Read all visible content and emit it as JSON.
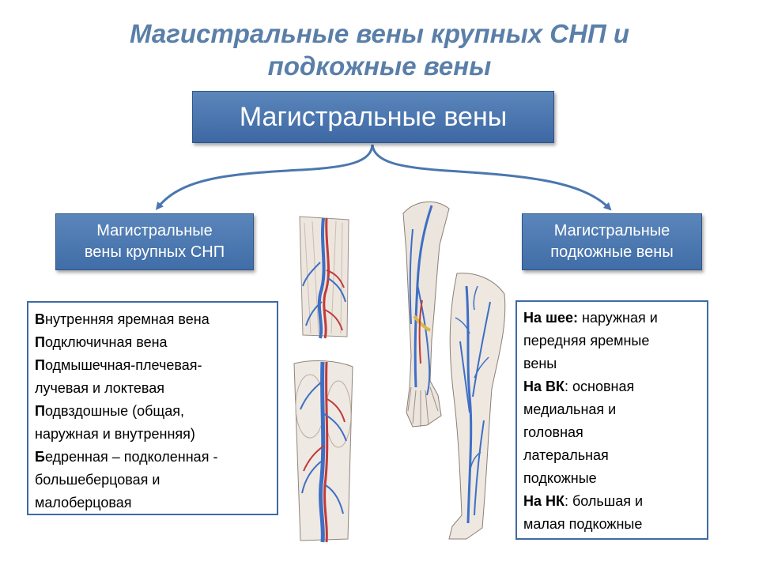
{
  "slide": {
    "title_line1": "Магистральные вены крупных СНП и",
    "title_line2": "подкожные вены"
  },
  "main_box": {
    "label": "Магистральные вены"
  },
  "left_category": {
    "line1": "Магистральные",
    "line2": "вены крупных СНП"
  },
  "right_category": {
    "line1": "Магистральные",
    "line2": "подкожные вены"
  },
  "left_list": {
    "items": [
      {
        "first": "В",
        "rest": "нутренняя яремная вена"
      },
      {
        "first": "П",
        "rest": "одключичная вена"
      },
      {
        "first": "П",
        "rest": "одмышечная-плечевая-"
      },
      {
        "first": "",
        "rest": "лучевая и локтевая"
      },
      {
        "first": "П",
        "rest": "одвздошные (общая,"
      },
      {
        "first": "",
        "rest": "наружная и внутренняя)"
      },
      {
        "first": "Б",
        "rest": "едренная – подколенная -"
      },
      {
        "first": "",
        "rest": "большеберцовая и"
      },
      {
        "first": "",
        "rest": "малоберцовая"
      }
    ]
  },
  "right_list": {
    "items": [
      {
        "bold": "На шее:",
        "rest": " наружная и"
      },
      {
        "bold": "",
        "rest": "передняя яремные"
      },
      {
        "bold": "",
        "rest": "вены"
      },
      {
        "bold": "На ВК",
        "rest": ": основная"
      },
      {
        "bold": "",
        "rest": "медиальная и"
      },
      {
        "bold": "",
        "rest": "головная"
      },
      {
        "bold": "",
        "rest": "латеральная"
      },
      {
        "bold": "",
        "rest": "подкожные"
      },
      {
        "bold": "На НК",
        "rest": ": большая и"
      },
      {
        "bold": "",
        "rest": "малая подкожные"
      }
    ]
  },
  "colors": {
    "title": "#5a7fa8",
    "box_fill": "#4a76b0",
    "box_border": "#2f5587",
    "arrow": "#4a77b0",
    "vein_blue": "#3e6fc4",
    "artery_red": "#c23a3a"
  },
  "illustrations": [
    {
      "name": "thigh-upper-vessels-illustration"
    },
    {
      "name": "thigh-lower-vessels-illustration"
    },
    {
      "name": "arm-veins-illustration"
    },
    {
      "name": "leg-veins-illustration"
    }
  ]
}
